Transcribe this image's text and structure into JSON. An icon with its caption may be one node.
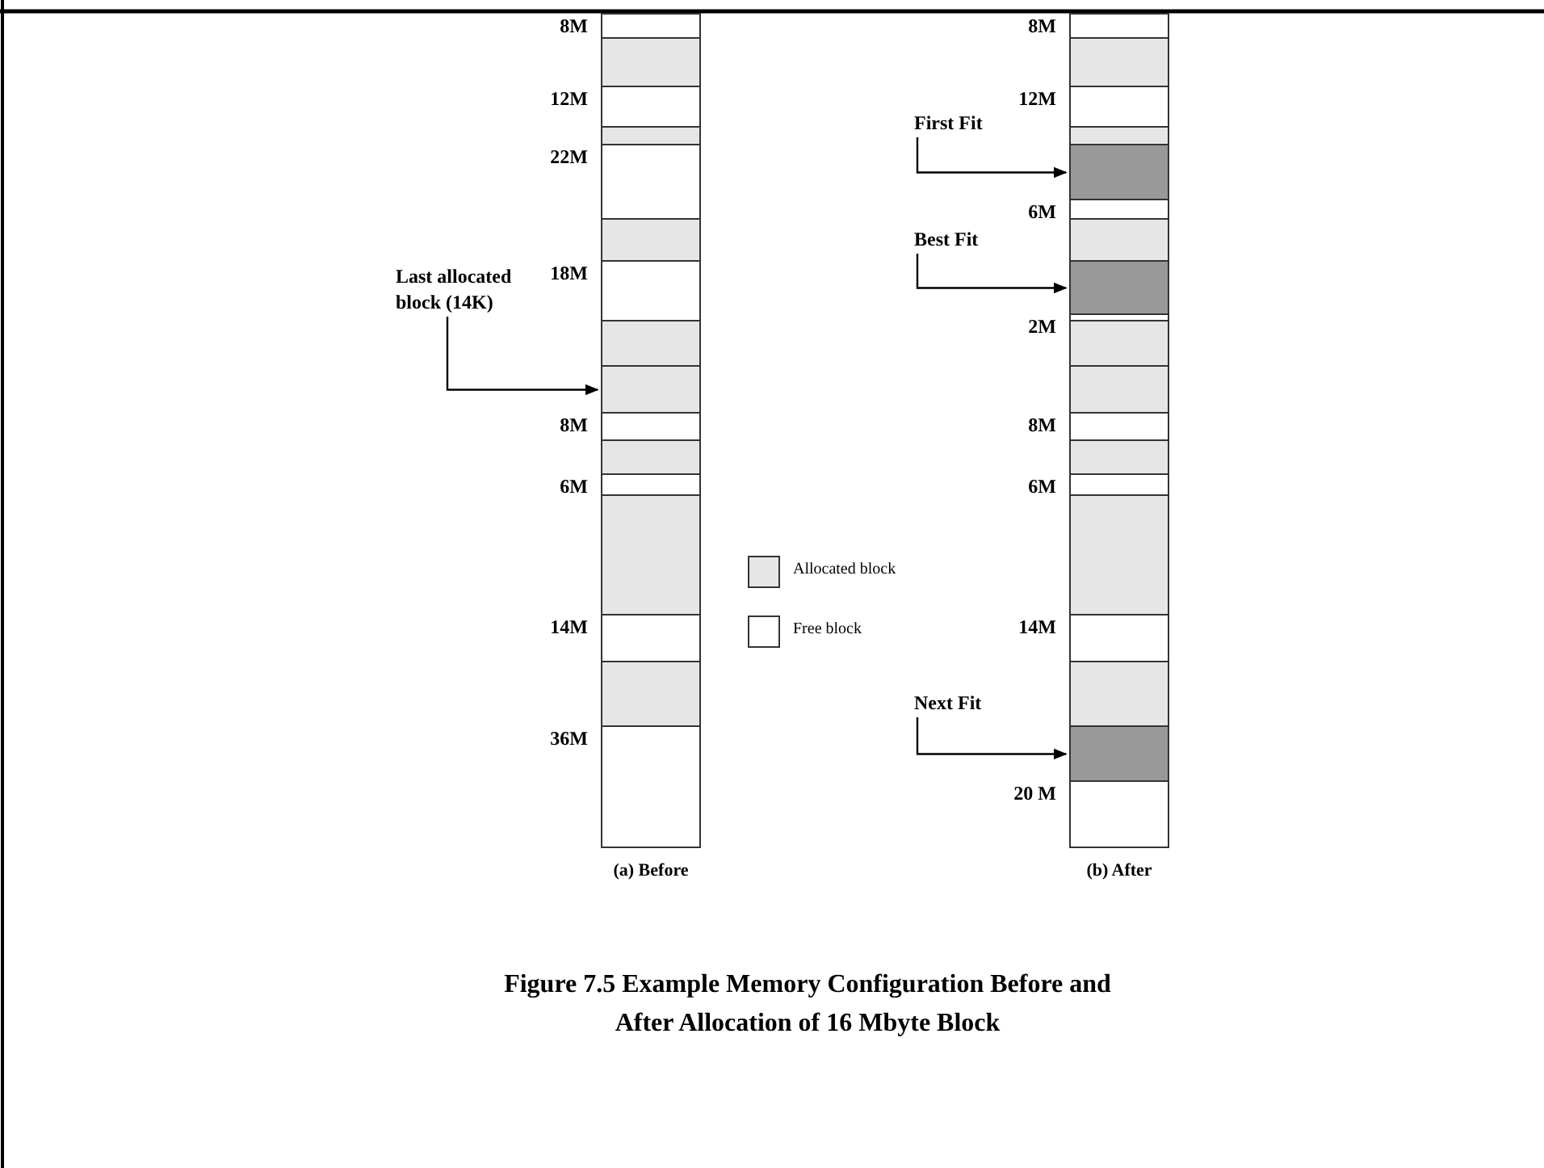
{
  "diagram": {
    "caption": "Figure 7.5 Example Memory Configuration Before and After Allocation of 16 Mbyte Block",
    "nodes": [
      {
        "text": [
          "(a) Before"
        ]
      },
      {
        "text": [],
        "shape": "box",
        "in": 0,
        "beside": [
          "8M"
        ]
      },
      {
        "text": [],
        "shape": "box",
        "in": 0
      },
      {
        "text": [],
        "shape": "box",
        "in": 0,
        "beside": [
          "12M"
        ]
      },
      {
        "text": [],
        "shape": "box",
        "in": 0
      },
      {
        "text": [],
        "shape": "box",
        "in": 0,
        "beside": [
          "22M"
        ]
      },
      {
        "text": [],
        "shape": "box",
        "in": 0
      },
      {
        "text": [],
        "shape": "box",
        "in": 0,
        "beside": [
          "18M"
        ]
      },
      {
        "text": [],
        "shape": "box",
        "in": 0
      },
      {
        "text": [],
        "shape": "box",
        "in": 0
      },
      {
        "text": [],
        "shape": "box",
        "in": 0,
        "beside": [
          "8M"
        ]
      },
      {
        "text": [],
        "shape": "box",
        "in": 0
      },
      {
        "text": [],
        "shape": "box",
        "in": 0,
        "beside": [
          "6M"
        ]
      },
      {
        "text": [],
        "shape": "box",
        "in": 0
      },
      {
        "text": [],
        "shape": "box",
        "in": 0,
        "beside": [
          "14M"
        ]
      },
      {
        "text": [],
        "shape": "box",
        "in": 0
      },
      {
        "text": [],
        "shape": "box",
        "in": 0,
        "beside": [
          "36M"
        ]
      },
      {
        "text": [
          "Last allocated block (14K)"
        ]
      },
      {
        "text": [
          "(b) After"
        ]
      },
      {
        "text": [],
        "shape": "box",
        "in": 18,
        "beside": [
          "8M"
        ]
      },
      {
        "text": [],
        "shape": "box",
        "in": 18
      },
      {
        "text": [],
        "shape": "box",
        "in": 18,
        "beside": [
          "12M"
        ]
      },
      {
        "text": [],
        "shape": "box",
        "in": 18
      },
      {
        "text": [],
        "shape": "box",
        "in": 18
      },
      {
        "text": [],
        "shape": "box",
        "in": 18,
        "beside": [
          "6M"
        ]
      },
      {
        "text": [],
        "shape": "box",
        "in": 18
      },
      {
        "text": [],
        "shape": "box",
        "in": 18
      },
      {
        "text": [],
        "shape": "box",
        "in": 18,
        "beside": [
          "2M"
        ]
      },
      {
        "text": [],
        "shape": "box",
        "in": 18
      },
      {
        "text": [],
        "shape": "box",
        "in": 18
      },
      {
        "text": [],
        "shape": "box",
        "in": 18,
        "beside": [
          "8M"
        ]
      },
      {
        "text": [],
        "shape": "box",
        "in": 18
      },
      {
        "text": [],
        "shape": "box",
        "in": 18,
        "beside": [
          "6M"
        ]
      },
      {
        "text": [],
        "shape": "box",
        "in": 18
      },
      {
        "text": [],
        "shape": "box",
        "in": 18,
        "beside": [
          "14M"
        ]
      },
      {
        "text": [],
        "shape": "box",
        "in": 18
      },
      {
        "text": [],
        "shape": "box",
        "in": 18
      },
      {
        "text": [],
        "shape": "box",
        "in": 18,
        "beside": [
          "20 M"
        ]
      },
      {
        "text": [
          "First Fit"
        ]
      },
      {
        "text": [
          "Best Fit"
        ]
      },
      {
        "text": [
          "Next Fit"
        ]
      }
    ],
    "edges": [
      {
        "from": 17,
        "to": 9,
        "arrow": "to"
      },
      {
        "from": 38,
        "to": 23,
        "arrow": "to"
      },
      {
        "from": 39,
        "to": 26,
        "arrow": "to"
      },
      {
        "from": 40,
        "to": 36,
        "arrow": "to"
      }
    ],
    "legend": [
      {
        "text": "Allocated block",
        "color": "#e6e6e6"
      },
      {
        "text": "Free block",
        "color": "#ffffff"
      }
    ]
  }
}
